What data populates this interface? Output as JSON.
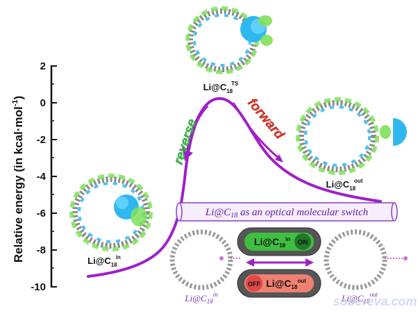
{
  "axis": {
    "ylabel": "Relative energy (in kcal·mol",
    "ylabel_sup": "-1",
    "ylabel_close": ")",
    "ticks": [
      "2",
      "0",
      "-2",
      "-4",
      "-6",
      "-8",
      "-10"
    ]
  },
  "labels": {
    "ts_base": "Li@C",
    "ts_sub": "18",
    "ts_sup": "TS",
    "out_base": "Li@C",
    "out_sub": "18",
    "out_sup": "out",
    "in_base": "Li@C",
    "in_sub": "18",
    "in_sup": "in"
  },
  "arrows": {
    "forward": "forward",
    "reverse": "reverse"
  },
  "banner": {
    "text_prefix": "Li@C",
    "text_sub": "18",
    "text_suffix": " as an optical molecular switch"
  },
  "switch": {
    "on_state": "ON",
    "off_state": "OFF",
    "top_base": "Li@C",
    "top_sub": "18",
    "top_sup": "in",
    "bottom_base": "Li@C",
    "bottom_sub": "18",
    "bottom_sup": "out"
  },
  "bottom_labels": {
    "left_base": "Li@C",
    "left_sub": "18",
    "left_sup": "in",
    "right_base": "Li@C",
    "right_sub": "18",
    "right_sup": "out"
  },
  "watermark": "sobereva.com",
  "colors": {
    "curve": "#a020c8",
    "forward": "#e03a2a",
    "reverse": "#3fc24a",
    "green_lobe": "#7fe05a",
    "blue_lobe": "#2fb8f0",
    "on": "#3fbf3f",
    "off": "#e04848"
  }
}
